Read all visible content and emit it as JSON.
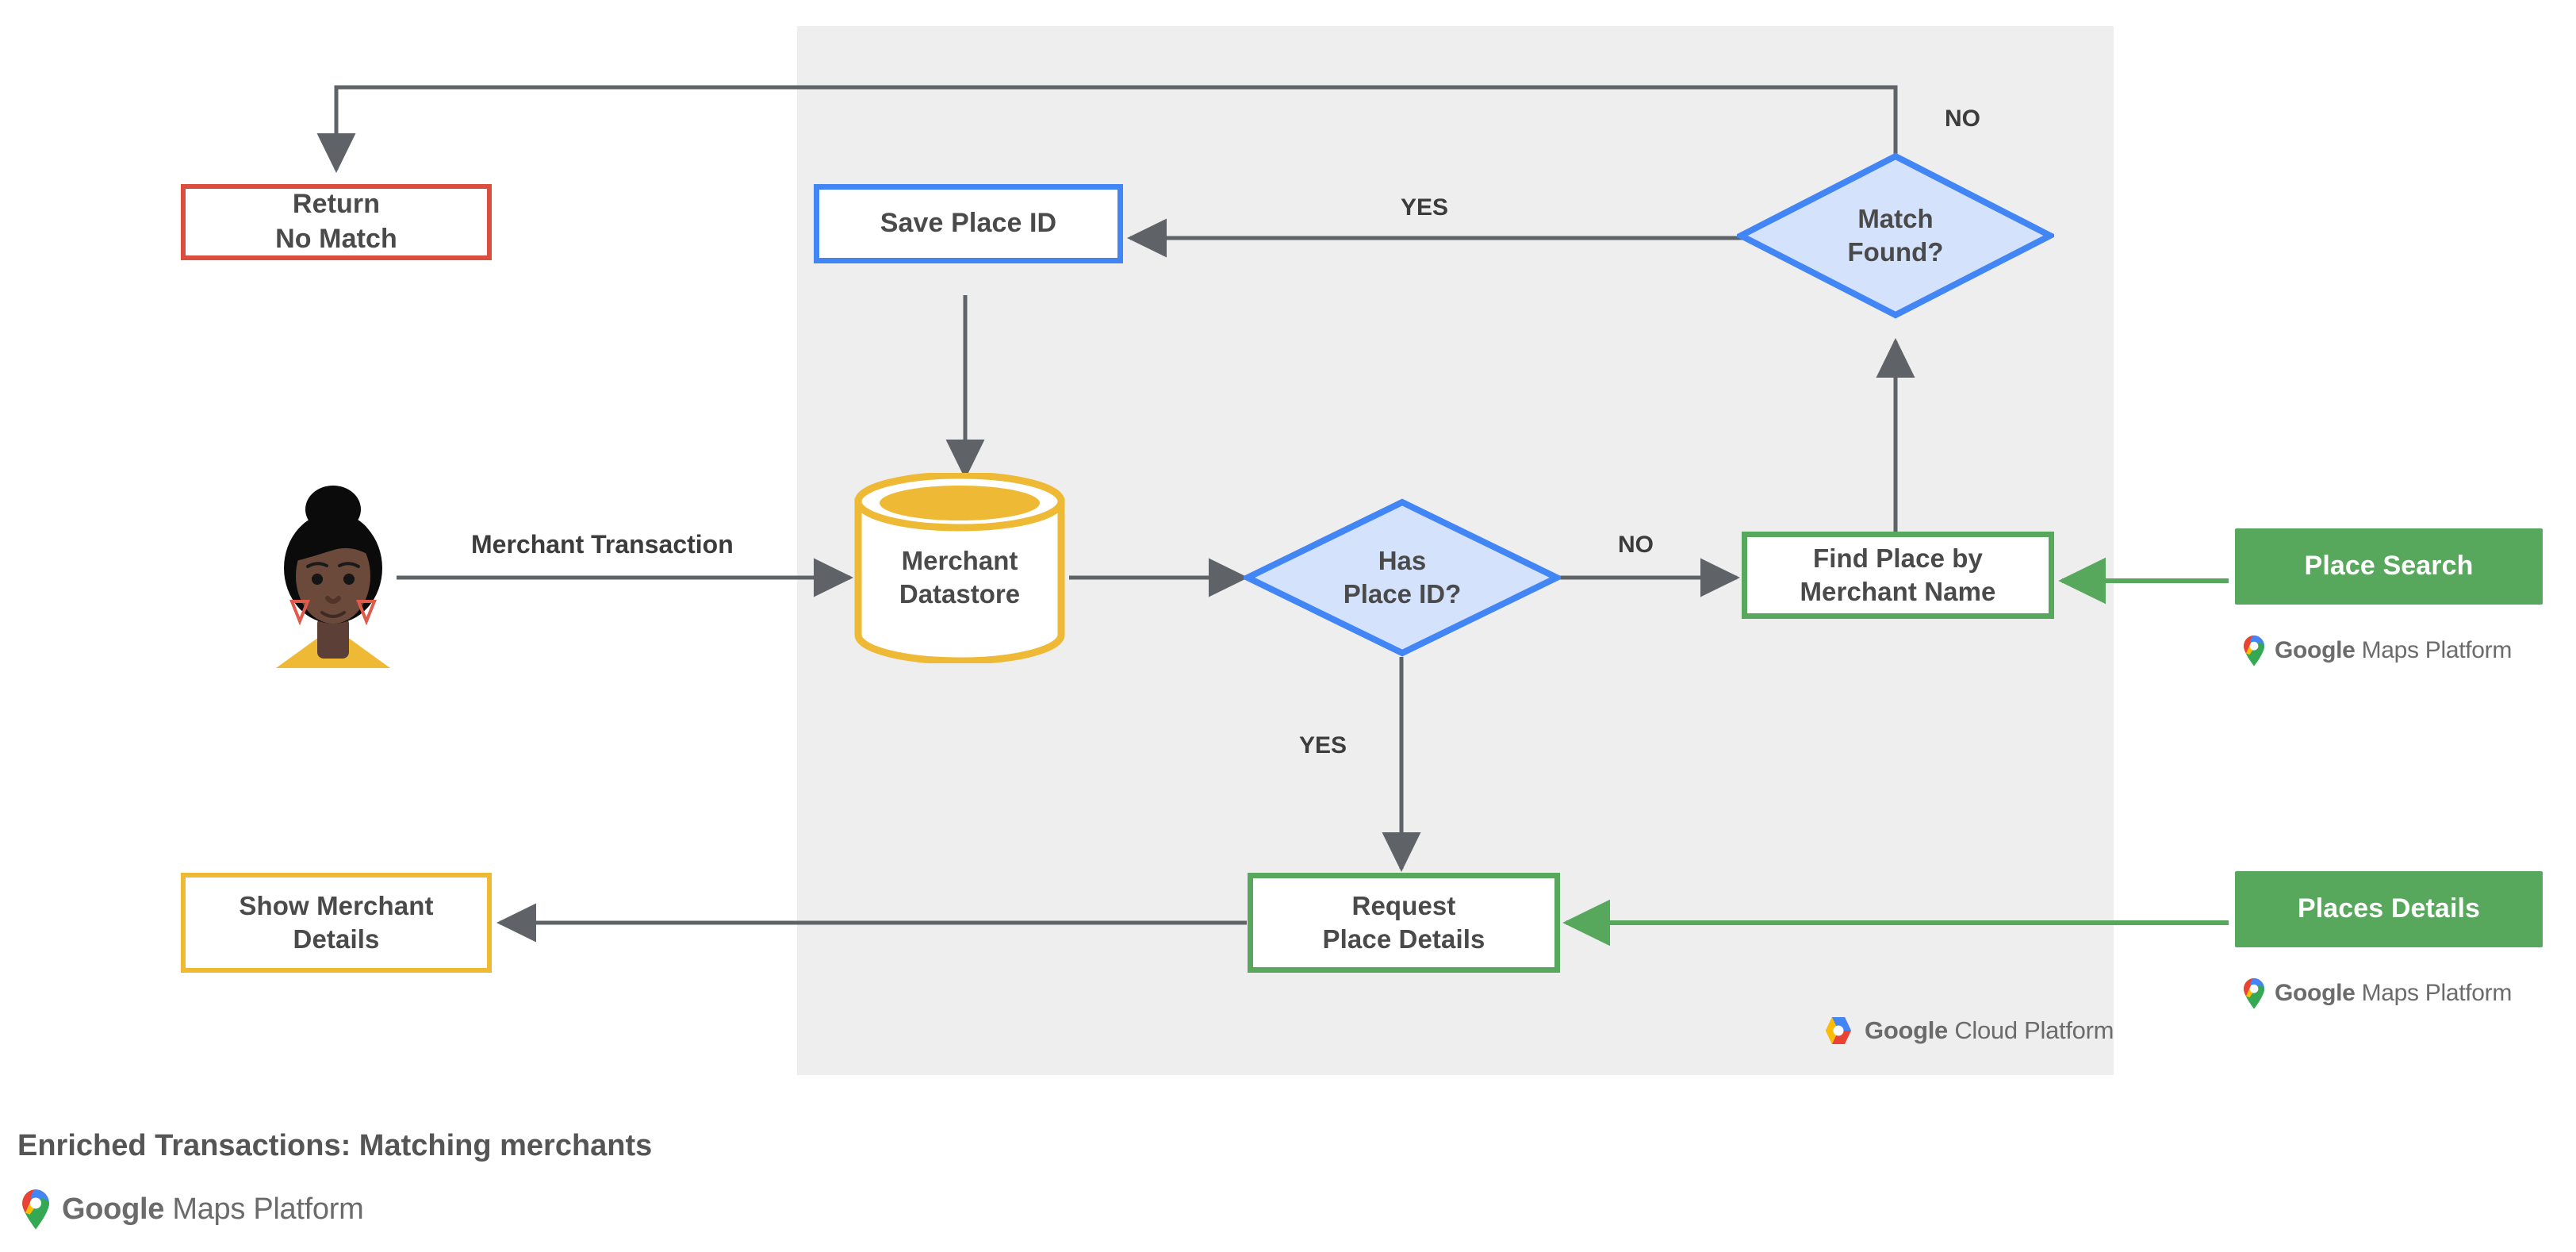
{
  "diagram": {
    "caption": "Enriched Transactions: Matching merchants",
    "region_badge": {
      "label_bold": "Google",
      "label_rest": "Cloud Platform",
      "icon": "google-cloud-platform-hexagon-icon"
    },
    "footer_logo": {
      "label_bold": "Google",
      "label_rest": "Maps Platform",
      "icon": "google-maps-pin-icon"
    }
  },
  "actor": {
    "name": "merchant-customer-avatar",
    "icon": "person-avatar-icon"
  },
  "nodes": {
    "return_no_match": {
      "line1": "Return",
      "line2": "No Match",
      "color": "#DB4E3F",
      "shape": "rect-outline"
    },
    "save_place_id": {
      "line1": "Save Place ID",
      "line2": "",
      "color": "#4285F4",
      "shape": "rect-outline"
    },
    "merchant_datastore": {
      "line1": "Merchant",
      "line2": "Datastore",
      "color": "#EEBA35",
      "shape": "cylinder"
    },
    "has_place_id": {
      "line1": "Has",
      "line2": "Place ID?",
      "color": "#4285F4",
      "fill": "#D4E2FC",
      "shape": "diamond"
    },
    "match_found": {
      "line1": "Match",
      "line2": "Found?",
      "color": "#4285F4",
      "fill": "#D4E2FC",
      "shape": "diamond"
    },
    "find_place": {
      "line1": "Find Place by",
      "line2": "Merchant Name",
      "color": "#57A75C",
      "shape": "rect-outline"
    },
    "request_place_details": {
      "line1": "Request",
      "line2": "Place Details",
      "color": "#57A75C",
      "shape": "rect-outline"
    },
    "show_merchant_details": {
      "line1": "Show Merchant",
      "line2": "Details",
      "color": "#EEBA35",
      "shape": "rect-outline"
    },
    "place_search": {
      "line1": "Place Search",
      "line2": "",
      "color": "#57A75C",
      "shape": "rect-filled"
    },
    "places_details": {
      "line1": "Places Details",
      "line2": "",
      "color": "#57A75C",
      "shape": "rect-filled"
    }
  },
  "edge_labels": {
    "merchant_transaction": "Merchant Transaction",
    "has_place_id_no": "NO",
    "has_place_id_yes": "YES",
    "match_found_yes": "YES",
    "match_found_no": "NO"
  },
  "colors": {
    "red": "#DB4E3F",
    "blue": "#4285F4",
    "diamond_fill": "#D4E2FC",
    "yellow": "#EEBA35",
    "green": "#57A75C",
    "edge_gray": "#5f6368",
    "panel_gray": "#EEEEEE",
    "text_gray": "#4a4a4a"
  }
}
